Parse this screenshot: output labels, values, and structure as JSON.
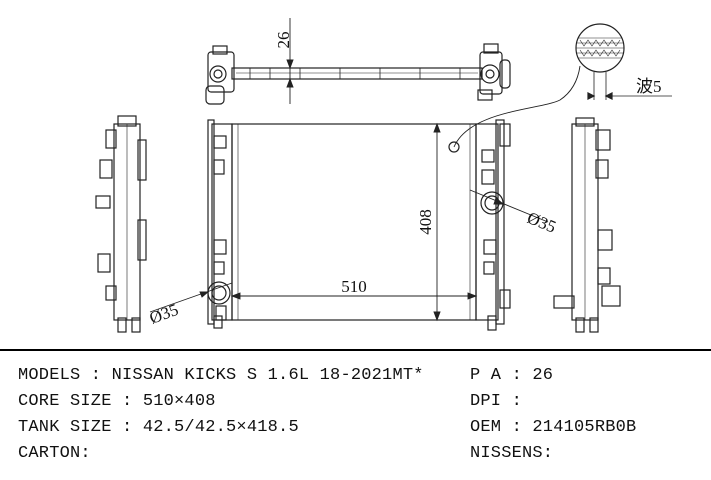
{
  "drawing": {
    "top_thickness": "26",
    "fin_pitch": "波5",
    "core_height": "408",
    "core_width": "510",
    "pipe_right": "Ø35",
    "pipe_left": "Ø35"
  },
  "specs": {
    "models": "MODELS : NISSAN KICKS S 1.6L 18-2021MT*",
    "core_size": "CORE SIZE : 510×408",
    "tank_size": "TANK SIZE : 42.5/42.5×418.5",
    "carton": "CARTON:",
    "pa": "P A : 26",
    "dpi": "DPI :",
    "oem": "OEM : 214105RB0B",
    "nissens": "NISSENS:"
  }
}
